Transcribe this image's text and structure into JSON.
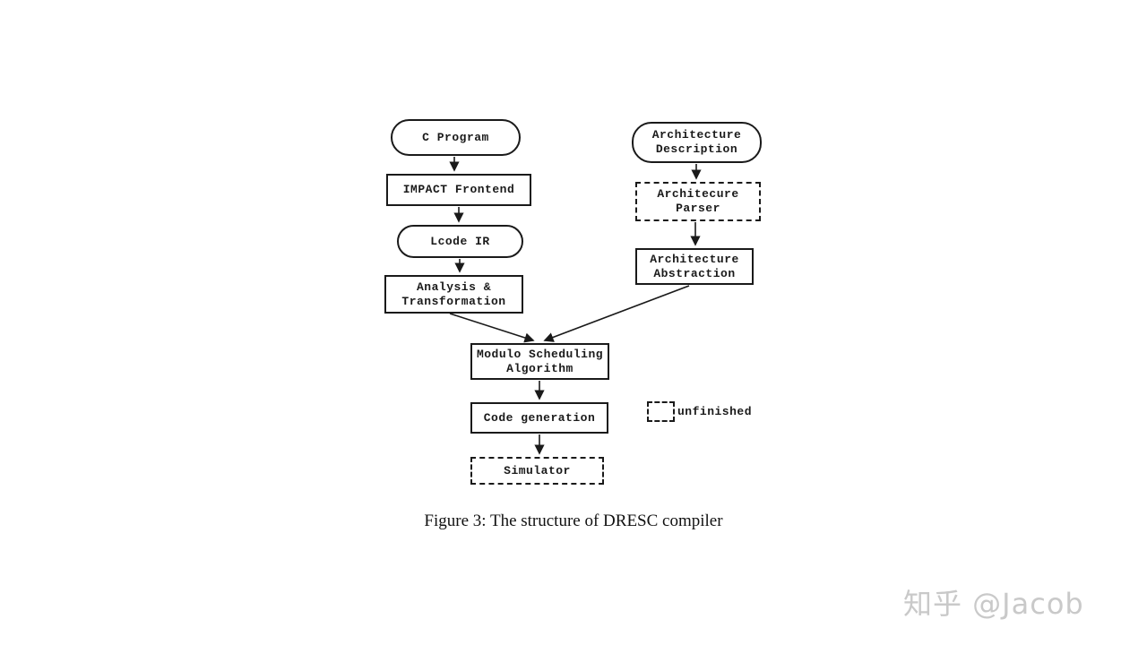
{
  "page": {
    "background": "#ffffff",
    "ink_color": "#1a1a1a",
    "watermark_color": "#c9c9c9"
  },
  "figure": {
    "caption": "Figure 3: The structure of DRESC compiler"
  },
  "watermark": {
    "text": "知乎 @Jacob"
  },
  "diagram": {
    "nodes": [
      {
        "id": "c-program",
        "label": "C Program",
        "shape": "stadium",
        "style": "solid"
      },
      {
        "id": "impact-frontend",
        "label": "IMPACT Frontend",
        "shape": "rect",
        "style": "solid"
      },
      {
        "id": "lcode-ir",
        "label": "Lcode IR",
        "shape": "stadium",
        "style": "solid"
      },
      {
        "id": "analysis-transformation",
        "label": "Analysis &\nTransformation",
        "shape": "rect",
        "style": "solid"
      },
      {
        "id": "architecture-description",
        "label": "Architecture\nDescription",
        "shape": "stadium",
        "style": "solid"
      },
      {
        "id": "architecure-parser",
        "label": "Architecure\nParser",
        "shape": "rect",
        "style": "dashed"
      },
      {
        "id": "architecture-abstraction",
        "label": "Architecture\nAbstraction",
        "shape": "rect",
        "style": "solid"
      },
      {
        "id": "modulo-scheduling",
        "label": "Modulo Scheduling\nAlgorithm",
        "shape": "rect",
        "style": "solid"
      },
      {
        "id": "code-generation",
        "label": "Code generation",
        "shape": "rect",
        "style": "solid"
      },
      {
        "id": "simulator",
        "label": "Simulator",
        "shape": "rect",
        "style": "dashed"
      }
    ],
    "edges": [
      {
        "from": "c-program",
        "to": "impact-frontend"
      },
      {
        "from": "impact-frontend",
        "to": "lcode-ir"
      },
      {
        "from": "lcode-ir",
        "to": "analysis-transformation"
      },
      {
        "from": "architecture-description",
        "to": "architecure-parser"
      },
      {
        "from": "architecure-parser",
        "to": "architecture-abstraction"
      },
      {
        "from": "analysis-transformation",
        "to": "modulo-scheduling"
      },
      {
        "from": "architecture-abstraction",
        "to": "modulo-scheduling"
      },
      {
        "from": "modulo-scheduling",
        "to": "code-generation"
      },
      {
        "from": "code-generation",
        "to": "simulator"
      }
    ],
    "legend": {
      "label": "unfinished",
      "box_style": "dashed"
    }
  }
}
